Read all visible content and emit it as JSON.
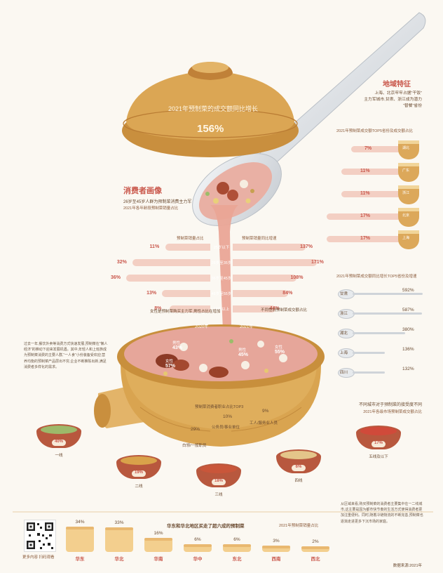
{
  "lid": {
    "caption": "2021年预制菜的成交额同比增长",
    "value": "156%"
  },
  "region": {
    "title": "地域特征",
    "subtitle_line1": "上海、北京牢牢占据“干饭”",
    "subtitle_line2": "主力军城市,甘肃、浙江成为潜力",
    "subtitle_line3": "“替餐”省份",
    "top5_title": "2021年预制菜成交额TOP5省份及成交额占比",
    "top5": [
      {
        "name": "湖北",
        "pct": "7%",
        "value": 7
      },
      {
        "name": "广东",
        "pct": "11%",
        "value": 11
      },
      {
        "name": "浙江",
        "pct": "11%",
        "value": 11
      },
      {
        "name": "北京",
        "pct": "17%",
        "value": 17
      },
      {
        "name": "上海",
        "pct": "17%",
        "value": 17
      }
    ],
    "growth_title": "2021年预制菜成交额同比增长TOP5省份及增速",
    "growth": [
      {
        "name": "甘肃",
        "pct": "592%",
        "value": 592
      },
      {
        "name": "浙江",
        "pct": "587%",
        "value": 587
      },
      {
        "name": "湖北",
        "pct": "380%",
        "value": 380
      },
      {
        "name": "上海",
        "pct": "136%",
        "value": 136
      },
      {
        "name": "四川",
        "pct": "132%",
        "value": 132
      }
    ]
  },
  "consumer": {
    "title": "消费者画像",
    "subtitle": "26岁至45岁人群为预制菜消费主力军",
    "sub_note": "2021年各年龄段预制菜销量占比",
    "left_label": "预制菜销量占比",
    "right_label": "预制菜销量同比增速",
    "ages": [
      {
        "age": "25岁以下",
        "share": "11%",
        "growth": "137%"
      },
      {
        "age": "26岁至35岁",
        "share": "32%",
        "growth": "171%"
      },
      {
        "age": "36岁至45岁",
        "share": "36%",
        "growth": "108%"
      },
      {
        "age": "46岁至55岁",
        "share": "13%",
        "growth": "84%"
      },
      {
        "age": "56岁以上",
        "share": "8%",
        "growth": "44%"
      }
    ]
  },
  "pot": {
    "gender_note": "女性是预制菜购买主力军,男性占比在增加",
    "gender_growth_note": "不同性别预制菜成交额占比",
    "year_2020": "2020年",
    "year_2021": "2021年",
    "g2020": [
      {
        "label": "男性",
        "pct": "43%"
      },
      {
        "label": "女性",
        "pct": "57%"
      }
    ],
    "g2021": [
      {
        "label": "男性",
        "pct": "45%"
      },
      {
        "label": "女性",
        "pct": "55%"
      }
    ],
    "job_title": "预制菜消费者职业占比TOP3",
    "jobs": [
      {
        "label": "白领/一般职员",
        "pct": "29%"
      },
      {
        "label": "公务员/事业单位",
        "pct": "10%"
      },
      {
        "label": "工人/服务业人员",
        "pct": "9%"
      }
    ]
  },
  "intro_text": "过去一年,餐饮外卖等消费方式快速发展,预制菜在“懒人经济”的推动下迎来发展机遇。其中,年轻人和上班族成为预制菜消费的主要人群,“一人食”小份装备受欢迎,营养均衡的预制菜产品层出不穷,企业不断推陈出新,满足消费者多样化的需求。",
  "cities": {
    "title": "不同城市对于预制菜的接受度不同",
    "note": "2021年各级市场预制菜成交额占比",
    "tiers": [
      {
        "label": "一线",
        "pct": "40%"
      },
      {
        "label": "二线",
        "pct": "19%"
      },
      {
        "label": "三线",
        "pct": "18%"
      },
      {
        "label": "四线",
        "pct": "6%"
      },
      {
        "label": "五线及以下",
        "pct": "17%"
      }
    ]
  },
  "bottom": {
    "title": "华东和华北地区买走了超六成的预制菜",
    "note": "2021年预制菜销量占比",
    "qr_caption": "更多内容 扫码观看",
    "regions": [
      {
        "name": "华东",
        "pct": "34%",
        "value": 34
      },
      {
        "name": "华北",
        "pct": "33%",
        "value": 33
      },
      {
        "name": "华南",
        "pct": "16%",
        "value": 16
      },
      {
        "name": "华中",
        "pct": "6%",
        "value": 6
      },
      {
        "name": "东北",
        "pct": "6%",
        "value": 6
      },
      {
        "name": "西南",
        "pct": "3%",
        "value": 3
      },
      {
        "name": "西北",
        "pct": "2%",
        "value": 2
      }
    ],
    "closing_text": "从区域来看,购买预制菜的消费者主要集中在一二线城市,这主要是因为都市快节奏的生活方式使得消费者更加注重便利。同时,随着冷链物流的不断完善,预制菜也逐渐走进更多下沉市场的家庭。",
    "source": "数据来源:2021年"
  },
  "colors": {
    "accent_red": "#c9564a",
    "pot_gold": "#d9a450",
    "pot_dark": "#b87a2e",
    "porridge_pink": "#e8a79c",
    "stripe_pink": "#f3cfc3"
  },
  "chart_data": [
    {
      "type": "bar",
      "title": "2021年预制菜成交额TOP5省份及成交额占比",
      "categories": [
        "湖北",
        "广东",
        "浙江",
        "北京",
        "上海"
      ],
      "values": [
        7,
        11,
        11,
        17,
        17
      ]
    },
    {
      "type": "bar",
      "title": "2021年预制菜成交额同比增长TOP5省份及增速",
      "categories": [
        "甘肃",
        "浙江",
        "湖北",
        "上海",
        "四川"
      ],
      "values": [
        592,
        587,
        380,
        136,
        132
      ]
    },
    {
      "type": "bar",
      "title": "2021年各年龄段预制菜销量占比",
      "categories": [
        "25岁以下",
        "26岁至35岁",
        "36岁至45岁",
        "46岁至55岁",
        "56岁以上"
      ],
      "series": [
        {
          "name": "预制菜销量占比",
          "values": [
            11,
            32,
            36,
            13,
            8
          ]
        },
        {
          "name": "预制菜销量同比增速",
          "values": [
            137,
            171,
            108,
            84,
            44
          ]
        }
      ]
    },
    {
      "type": "pie",
      "title": "不同性别预制菜成交额占比",
      "series": [
        {
          "name": "2020年",
          "categories": [
            "男性",
            "女性"
          ],
          "values": [
            43,
            57
          ]
        },
        {
          "name": "2021年",
          "categories": [
            "男性",
            "女性"
          ],
          "values": [
            45,
            55
          ]
        }
      ]
    },
    {
      "type": "bar",
      "title": "预制菜消费者职业占比TOP3",
      "categories": [
        "白领/一般职员",
        "公务员/事业单位",
        "工人/服务业人员"
      ],
      "values": [
        29,
        10,
        9
      ]
    },
    {
      "type": "bar",
      "title": "2021年各级市场预制菜成交额占比",
      "categories": [
        "一线",
        "二线",
        "三线",
        "四线",
        "五线及以下"
      ],
      "values": [
        40,
        19,
        18,
        6,
        17
      ]
    },
    {
      "type": "bar",
      "title": "2021年预制菜销量占比",
      "categories": [
        "华东",
        "华北",
        "华南",
        "华中",
        "东北",
        "西南",
        "西北"
      ],
      "values": [
        34,
        33,
        16,
        6,
        6,
        3,
        2
      ]
    }
  ]
}
